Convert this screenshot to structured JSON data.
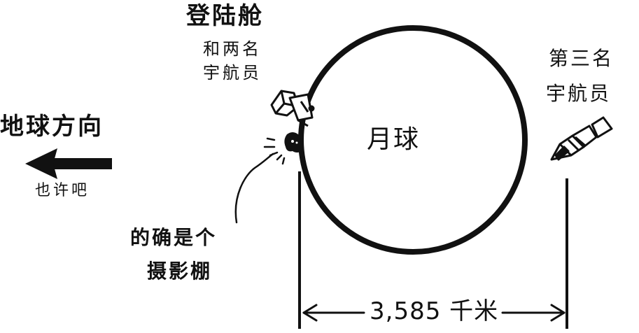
{
  "labels": {
    "lander_title": "登陆舱",
    "lander_sub1": "和两名",
    "lander_sub2": "宇航员",
    "third_line1": "第三名",
    "third_line2": "宇航员",
    "earth_direction": "地球方向",
    "maybe": "也许吧",
    "studio_line1": "的确是个",
    "studio_line2": "摄影棚",
    "moon": "月球",
    "distance": "3,585 千米"
  },
  "icons": {
    "arrow": "left-arrow-icon",
    "lander": "lunar-module-icon",
    "capsule": "command-module-icon"
  },
  "colors": {
    "ink": "#111111",
    "background": "#ffffff"
  }
}
